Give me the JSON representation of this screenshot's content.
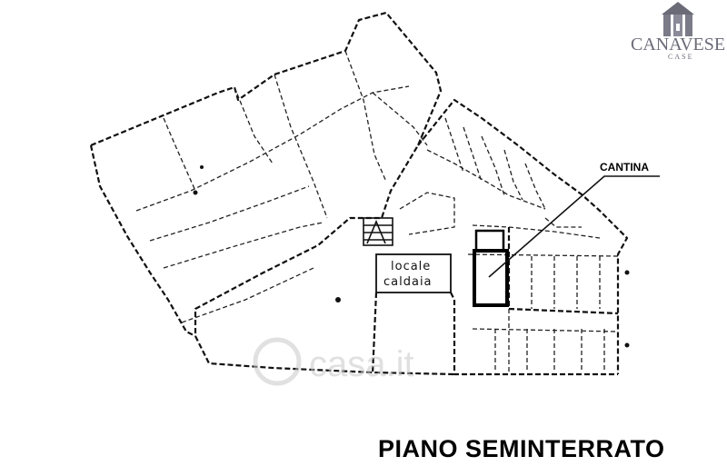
{
  "title": "PIANO SEMINTERRATO",
  "labels": {
    "cantina": "CANTINA",
    "locale_line1": "locale",
    "locale_line2": "caldaia"
  },
  "logo": {
    "brand": "CANAVESE",
    "sub": "CASE"
  },
  "watermark": "casa.it",
  "colors": {
    "ink": "#111111",
    "logo": "#6b6b78",
    "watermark": "#c8c8c8"
  }
}
